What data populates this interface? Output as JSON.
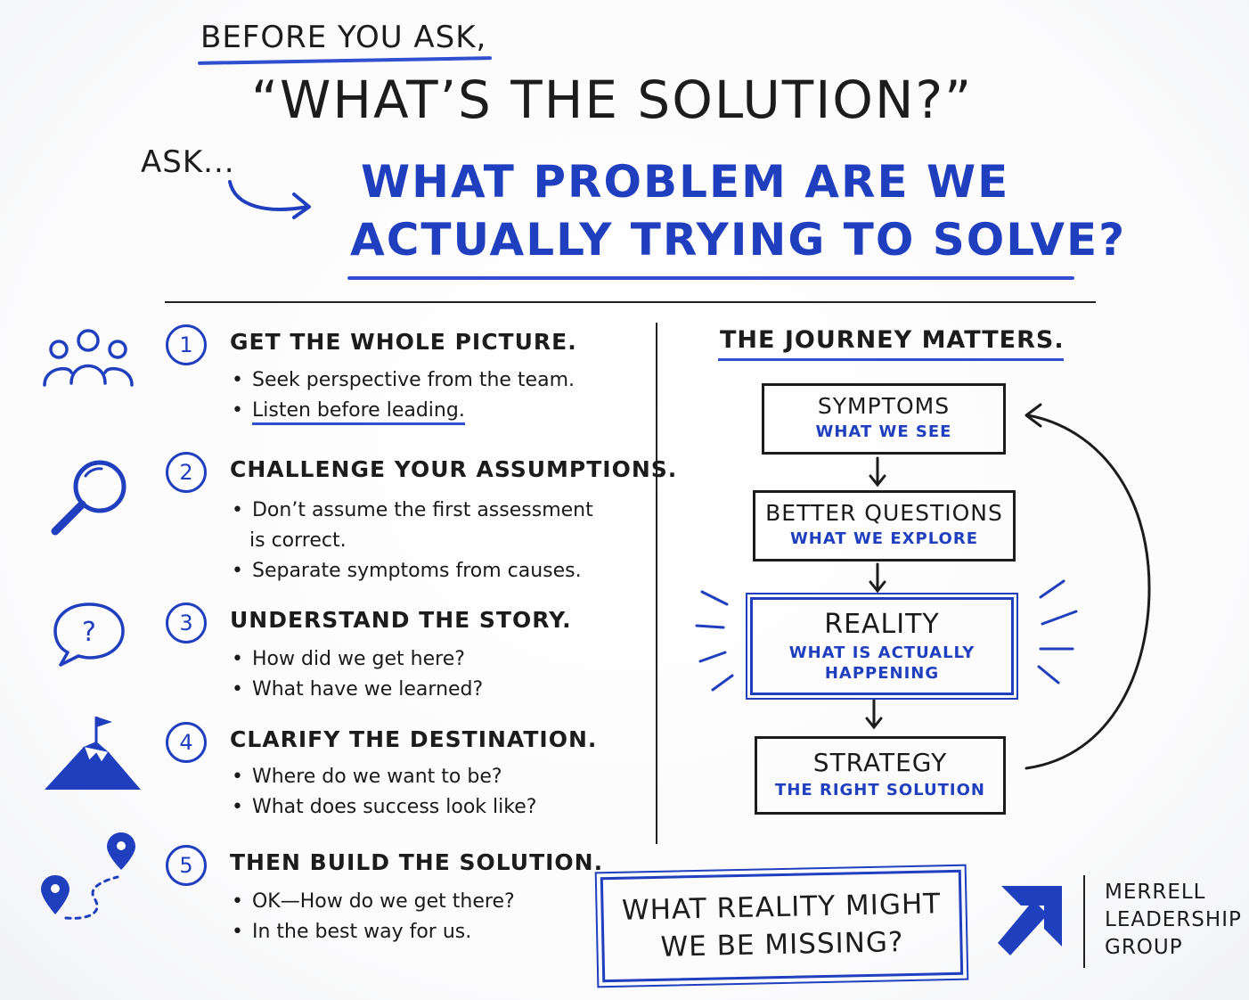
{
  "header": {
    "before": "BEFORE YOU ASK,",
    "question": "“WHAT’S THE SOLUTION?”",
    "ask": "ASK...",
    "problem_line1": "WHAT PROBLEM ARE WE",
    "problem_line2": "ACTUALLY TRYING TO SOLVE?"
  },
  "steps": [
    {
      "number": "1",
      "title": "GET THE WHOLE PICTURE.",
      "icon": "people-group-icon",
      "bullets": [
        "Seek perspective from the team.",
        "Listen before leading."
      ]
    },
    {
      "number": "2",
      "title": "CHALLENGE YOUR ASSUMPTIONS.",
      "icon": "magnifying-glass-icon",
      "bullets": [
        "Don’t assume the first assessment",
        "is correct.",
        "Separate symptoms from causes."
      ]
    },
    {
      "number": "3",
      "title": "UNDERSTAND THE STORY.",
      "icon": "question-speech-bubble-icon",
      "bullets": [
        "How did we get here?",
        "What have we learned?"
      ]
    },
    {
      "number": "4",
      "title": "CLARIFY THE DESTINATION.",
      "icon": "mountain-flag-icon",
      "bullets": [
        "Where do we want to be?",
        "What does success look like?"
      ]
    },
    {
      "number": "5",
      "title": "THEN BUILD THE SOLUTION.",
      "icon": "route-map-pins-icon",
      "bullets": [
        "OK—How do we get there?",
        "In the best way for us."
      ]
    }
  ],
  "journey": {
    "title": "THE JOURNEY MATTERS.",
    "boxes": [
      {
        "title": "SYMPTOMS",
        "subtitle": "WHAT WE SEE"
      },
      {
        "title": "BETTER QUESTIONS",
        "subtitle": "WHAT WE EXPLORE"
      },
      {
        "title": "REALITY",
        "subtitle": "WHAT IS ACTUALLY",
        "subtitle2": "HAPPENING"
      },
      {
        "title": "STRATEGY",
        "subtitle": "THE RIGHT SOLUTION"
      }
    ]
  },
  "callout": {
    "line1": "WHAT REALITY MIGHT",
    "line2": "WE BE MISSING?"
  },
  "company": {
    "line1": "MERRELL",
    "line2": "LEADERSHIP",
    "line3": "GROUP"
  },
  "colors": {
    "accent": "#1f3fbf",
    "ink": "#1c1c1c",
    "board": "#ffffff"
  }
}
